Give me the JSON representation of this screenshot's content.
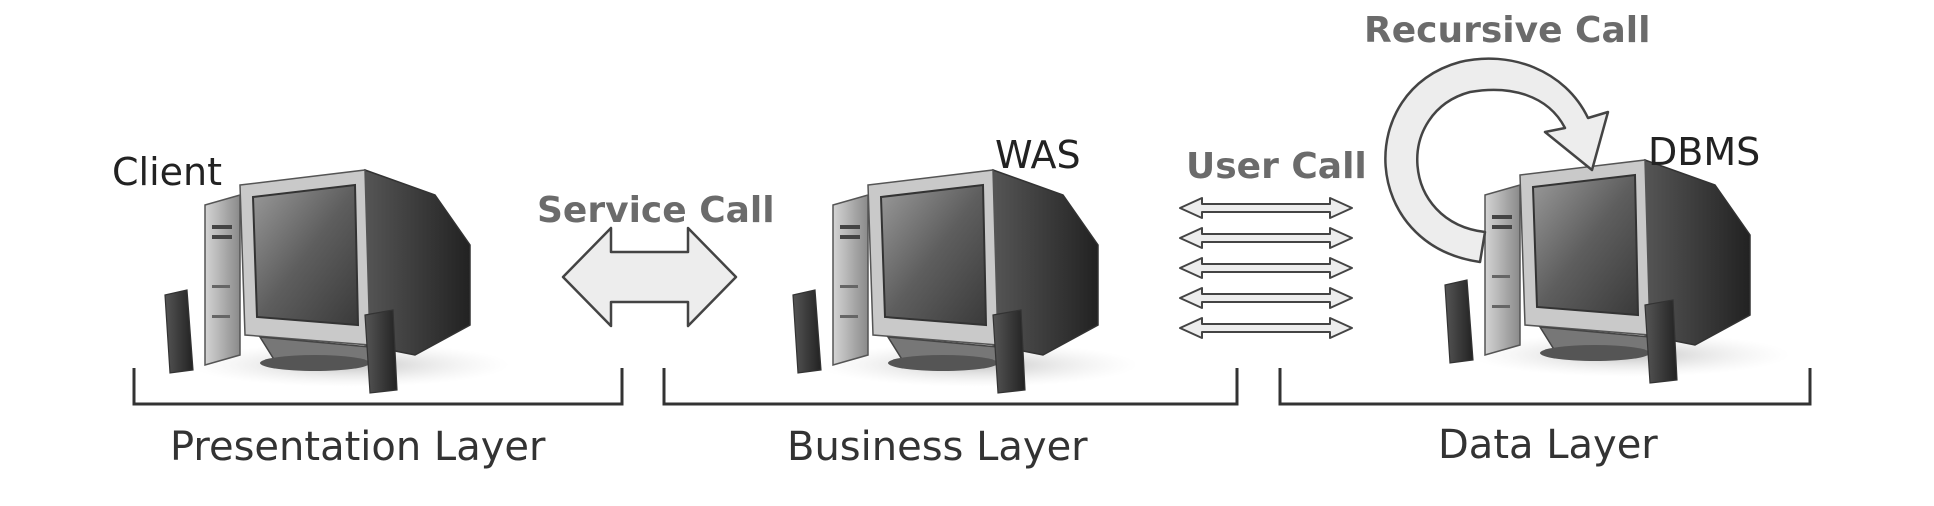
{
  "nodes": {
    "client": {
      "label": "Client"
    },
    "was": {
      "label": "WAS"
    },
    "dbms": {
      "label": "DBMS"
    }
  },
  "calls": {
    "service": "Service Call",
    "user": "User Call",
    "recursive": "Recursive Call"
  },
  "layers": {
    "presentation": "Presentation Layer",
    "business": "Business Layer",
    "data": "Data Layer"
  },
  "colors": {
    "arrow_fill": "#ededed",
    "arrow_stroke": "#444444",
    "call_text": "#6b6b6b",
    "bracket": "#333333"
  },
  "icons": {
    "computer": "desktop-computer-icon",
    "double_arrow": "double-arrow-icon",
    "curved_arrow": "recursive-arrow-icon"
  }
}
